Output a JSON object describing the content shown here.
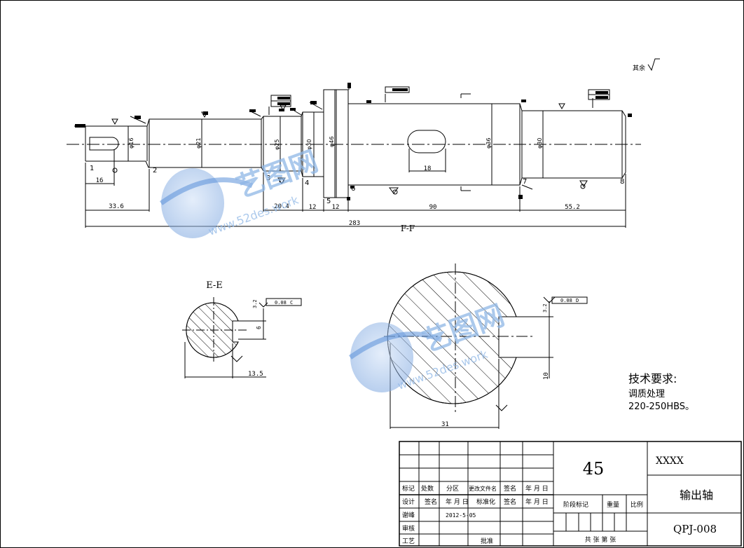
{
  "main_view": {
    "roughness_note": "其余",
    "section_label": "F-F",
    "station_numbers": [
      "1",
      "2",
      "3",
      "4",
      "5",
      "6",
      "7",
      "8"
    ],
    "diameters": [
      "φ16",
      "φ21",
      "φ25",
      "φ30",
      "φ46",
      "φ36",
      "φ30"
    ],
    "dimensions": {
      "d16": "16",
      "d33_6": "33.6",
      "d20_4": "20.4",
      "d12a": "12",
      "d12b": "12",
      "d18": "18",
      "d90": "90",
      "d55_2": "55.2",
      "d283": "283"
    }
  },
  "section_e": {
    "label": "E-E",
    "tolerance": "0.08",
    "datum": "C",
    "depth": "6",
    "width": "13.5",
    "roughness": "3.2"
  },
  "section_big": {
    "tolerance": "0.08",
    "datum": "D",
    "depth": "10",
    "width": "31",
    "roughness": "3.2"
  },
  "tech": {
    "title": "技术要求:",
    "line1": "调质处理",
    "line2": "220-250HBS。"
  },
  "title_block": {
    "material": "45",
    "company": "XXXX",
    "part_name": "输出轴",
    "drawing_no": "QPJ-008",
    "h_mark": "标记",
    "h_count": "处数",
    "h_zone": "分区",
    "h_change": "更改文件名",
    "h_sign": "签名",
    "h_date": "年 月 日",
    "r_design": "设计",
    "r_sign": "签名",
    "r_date": "年 月 日",
    "r_std": "标准化",
    "r_sign2": "签名",
    "r_date2": "年 月 日",
    "drafter": "谢峰",
    "date": "2012-5-05",
    "check": "审核",
    "craft": "工艺",
    "approve": "批准",
    "stage": "阶段标记",
    "weight": "重量",
    "scale": "比例",
    "sheets": "共 张 第 张"
  },
  "watermark": {
    "brand": "艺图网",
    "url": "www.52des.work"
  }
}
